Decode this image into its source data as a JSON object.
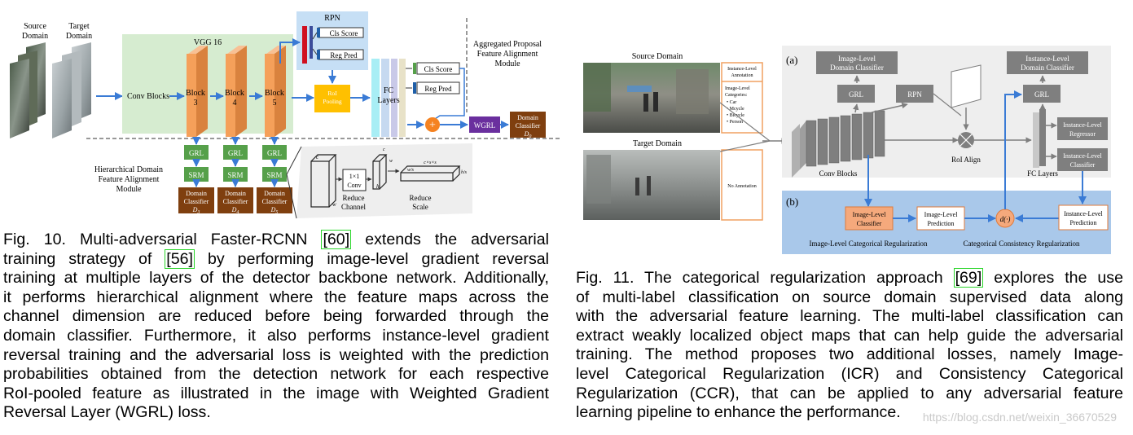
{
  "fig10": {
    "source_domain": [
      "Source",
      "Domain"
    ],
    "target_domain": [
      "Target",
      "Domain"
    ],
    "vgg": "VGG 16",
    "conv_blocks": "Conv Blocks",
    "block_word": "Block",
    "blocks": [
      "3",
      "4",
      "5"
    ],
    "rpn": "RPN",
    "cls_score": "Cls Score",
    "reg_pred": "Reg Pred",
    "roi": [
      "RoI",
      "Pooling"
    ],
    "fc": [
      "FC",
      "Layers"
    ],
    "plus": "+",
    "wgrl": "WGRL",
    "dc": [
      "Domain",
      "Classifier"
    ],
    "d0": "D",
    "d0_sub": "0",
    "agg": [
      "Aggregated Proposal",
      "Feature Alignment",
      "Module"
    ],
    "hier": [
      "Hierarchical Domain",
      "Feature Alignment",
      "Module"
    ],
    "grl": "GRL",
    "srm": "SRM",
    "dsub": [
      "3",
      "4",
      "5"
    ],
    "conv1x1": [
      "1×1",
      "Conv"
    ],
    "reduce_channel": [
      "Reduce",
      "Channel"
    ],
    "reduce_scale": [
      "Reduce",
      "Scale"
    ],
    "dims": {
      "c": "c",
      "w": "w",
      "h": "h",
      "cs": "c×s×s",
      "ws": "w/s",
      "hs": "h/s"
    },
    "caption_lines": [
      [
        "Fig. 10. Multi-adversarial Faster-RCNN ",
        "[60]",
        " extends the adversarial"
      ],
      [
        "training strategy of ",
        "[56]",
        " by performing image-level gradient reversal"
      ],
      [
        "training at multiple layers of the detector backbone network. Additionally,"
      ],
      [
        "it performs hierarchical alignment where the feature maps across the"
      ],
      [
        "channel dimension are reduced before being forwarded through the"
      ],
      [
        "domain classifier. Furthermore, it also performs instance-level gradient"
      ],
      [
        "reversal training and the adversarial loss is weighted with the prediction"
      ],
      [
        "probabilities obtained from the detection network for each respective"
      ],
      [
        "RoI-pooled feature as illustrated in the image with Weighted Gradient"
      ],
      [
        "Reversal Layer (WGRL) loss."
      ]
    ]
  },
  "fig11": {
    "source_domain": "Source Domain",
    "target_domain": "Target Domain",
    "inst_ann": [
      "Instance-Level",
      "Annotation"
    ],
    "img_cat": [
      "Image-Level",
      "Categories:"
    ],
    "cats": [
      "Car",
      "Mcycle",
      "Bicycle",
      "Person"
    ],
    "no_ann": "No Annotation",
    "a": "(a)",
    "b": "(b)",
    "img_dc": [
      "Image-Level",
      "Domain Classifier"
    ],
    "inst_dc": [
      "Instance-Level",
      "Domain Classifier"
    ],
    "grl": "GRL",
    "rpn": "RPN",
    "conv_blocks": "Conv Blocks",
    "roi_align": "RoI Align",
    "fc_layers": "FC Layers",
    "inst_reg": [
      "Instance-Level",
      "Regressor"
    ],
    "inst_cls": [
      "Instance-Level",
      "Classifier"
    ],
    "img_cls": [
      "Image-Level",
      "Classifier"
    ],
    "img_pred": [
      "Image-Level",
      "Prediction"
    ],
    "inst_pred": [
      "Instance-Level",
      "Prediction"
    ],
    "d": "d(·)",
    "icr": "Image-Level Categorical Regularization",
    "ccr": "Categorical Consistency Regularization",
    "caption_lines": [
      [
        "Fig. 11. The categorical regularization approach ",
        "[69]",
        " explores the use"
      ],
      [
        "of multi-label classification on source domain supervised data along"
      ],
      [
        "with the adversarial feature learning. The multi-label classification can"
      ],
      [
        "extract weakly localized object maps that can help guide the adversarial"
      ],
      [
        "training. The method proposes two additional losses, namely Image-"
      ],
      [
        "level Categorical Regularization (ICR) and Consistency Categorical"
      ],
      [
        "Regularization (CCR), that can be applied to any adversarial feature"
      ],
      [
        "learning pipeline to enhance the performance."
      ]
    ]
  },
  "watermark": "https://blog.csdn.net/weixin_36670529",
  "colors": {
    "vgg_bg": "#d6ecd0",
    "block": "#f5a05a",
    "rpn_bg": "#c6dff5",
    "roi": "#ffc000",
    "fc_cyan": "#a8eef5",
    "dc": "#7f3f0f",
    "grl_green": "#56a04a",
    "wgrl": "#6a2f9e",
    "plus": "#f58220",
    "fig11_gray": "#eeeeee",
    "fig11_blue": "#a9c8ea",
    "box_gray": "#7f7f7f",
    "arrow_blue": "#3a7bd5",
    "ref_green": "#2bd62b"
  }
}
